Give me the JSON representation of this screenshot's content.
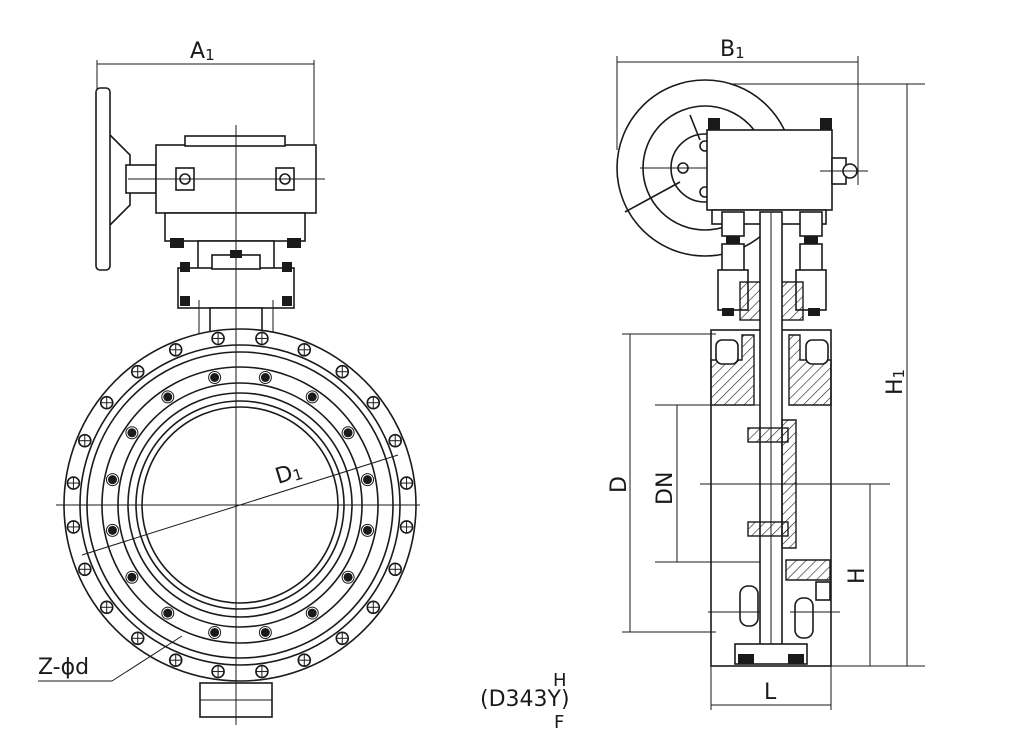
{
  "labels": {
    "A1": {
      "main": "A",
      "sub": "1"
    },
    "B1": {
      "main": "B",
      "sub": "1"
    },
    "H1": {
      "main": "H",
      "sub": "1"
    },
    "D1": {
      "main": "D",
      "sub": "1"
    },
    "D": "D",
    "DN": "DN",
    "H": "H",
    "L": "L",
    "Z_phi_d": "Z-ϕd",
    "model": {
      "prefix": "(D343",
      "y": "Y",
      "suffix": ")",
      "top": "H",
      "bottom": "F"
    }
  }
}
